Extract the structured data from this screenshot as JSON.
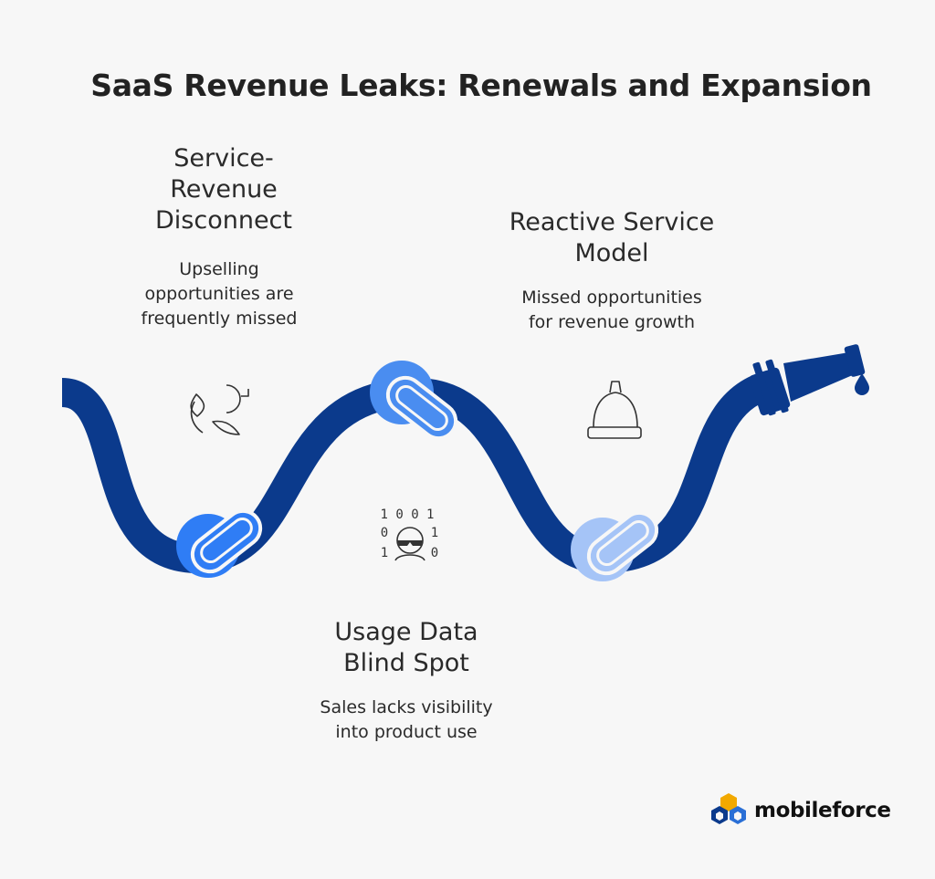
{
  "title": "SaaS Revenue Leaks: Renewals and Expansion",
  "leaks": [
    {
      "heading_lines": [
        "Service-",
        "Revenue",
        "Disconnect"
      ],
      "description_lines": [
        "Upselling",
        "opportunities are",
        "frequently missed"
      ],
      "icon": "broken-cycle-icon"
    },
    {
      "heading_lines": [
        "Reactive Service",
        "Model"
      ],
      "description_lines": [
        "Missed opportunities",
        "for revenue growth"
      ],
      "icon": "service-bell-icon"
    },
    {
      "heading_lines": [
        "Usage Data",
        "Blind Spot"
      ],
      "description_lines": [
        "Sales lacks visibility",
        "into product use"
      ],
      "icon": "binary-user-icon"
    }
  ],
  "binary_icon_digits": {
    "top": "1 0 0 1",
    "left": [
      "0",
      "1"
    ],
    "right": [
      "1",
      "0"
    ]
  },
  "logo": {
    "text": "mobileforce"
  },
  "colors": {
    "hose": "#0b3a8c",
    "knot_1": "#2f7df5",
    "knot_2": "#4a8df0",
    "knot_3": "#a5c4f7",
    "background": "#f7f7f7"
  }
}
